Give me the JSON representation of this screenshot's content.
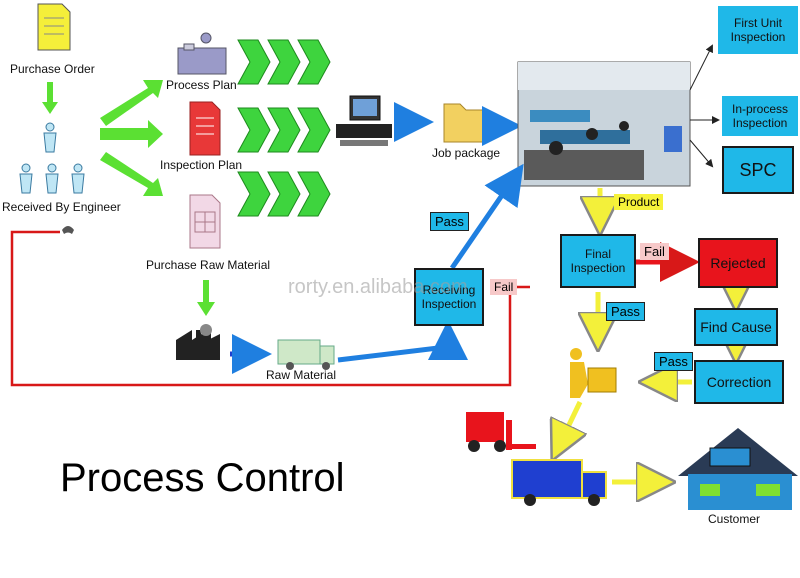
{
  "title": "Process Control",
  "watermark": "rorty.en.alibaba.com",
  "nodes": {
    "purchase_order": "Purchase Order",
    "received_by_engineer": "Received By Engineer",
    "process_plan": "Process Plan",
    "inspection_plan": "Inspection Plan",
    "purchase_raw_material": "Purchase Raw Material",
    "raw_material": "Raw Material",
    "job_package": "Job package",
    "receiving_inspection": "Receiving Inspection",
    "product": "Product",
    "first_unit_inspection": "First Unit Inspection",
    "in_process_inspection": "In-process Inspection",
    "spc": "SPC",
    "final_inspection": "Final Inspection",
    "rejected": "Rejected",
    "find_cause": "Find Cause",
    "correction": "Correction",
    "customer": "Customer"
  },
  "tags": {
    "pass_receiving": "Pass",
    "fail_receiving": "Fail",
    "fail_final": "Fail",
    "pass_final": "Pass",
    "pass_correction": "Pass"
  },
  "colors": {
    "box_blue": "#1fb8e8",
    "box_red": "#e8141c",
    "arrow_green": "#5be033",
    "arrow_blue": "#1f7fe0",
    "arrow_yellow": "#f3f03a",
    "loop_red": "#d81818",
    "tag_pink": "#f7c9c9",
    "tag_yellow": "#f6f23a"
  }
}
